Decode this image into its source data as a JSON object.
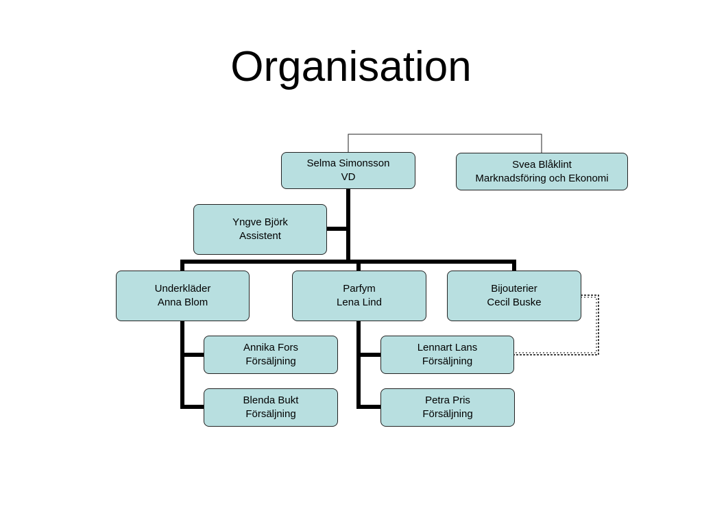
{
  "slide": {
    "title": "Organisation"
  },
  "colors": {
    "box_fill": "#b8dfe0",
    "box_border": "#222222",
    "line": "#000000"
  },
  "org_chart": {
    "ceo": {
      "name": "Selma Simonsson",
      "role": "VD"
    },
    "staff_marketing": {
      "name": "Svea Blåklint",
      "role": "Marknadsföring och Ekonomi"
    },
    "assistant": {
      "name": "Yngve Björk",
      "role": "Assistent"
    },
    "departments": [
      {
        "dept": "Underkläder",
        "head": "Anna Blom",
        "members": [
          {
            "name": "Annika Fors",
            "role": "Försäljning"
          },
          {
            "name": "Blenda Bukt",
            "role": "Försäljning"
          }
        ]
      },
      {
        "dept": "Parfym",
        "head": "Lena Lind",
        "members": [
          {
            "name": "Lennart Lans",
            "role": "Försäljning"
          },
          {
            "name": "Petra Pris",
            "role": "Försäljning"
          }
        ]
      },
      {
        "dept": "Bijouterier",
        "head": "Cecil Buske",
        "members": []
      }
    ]
  }
}
